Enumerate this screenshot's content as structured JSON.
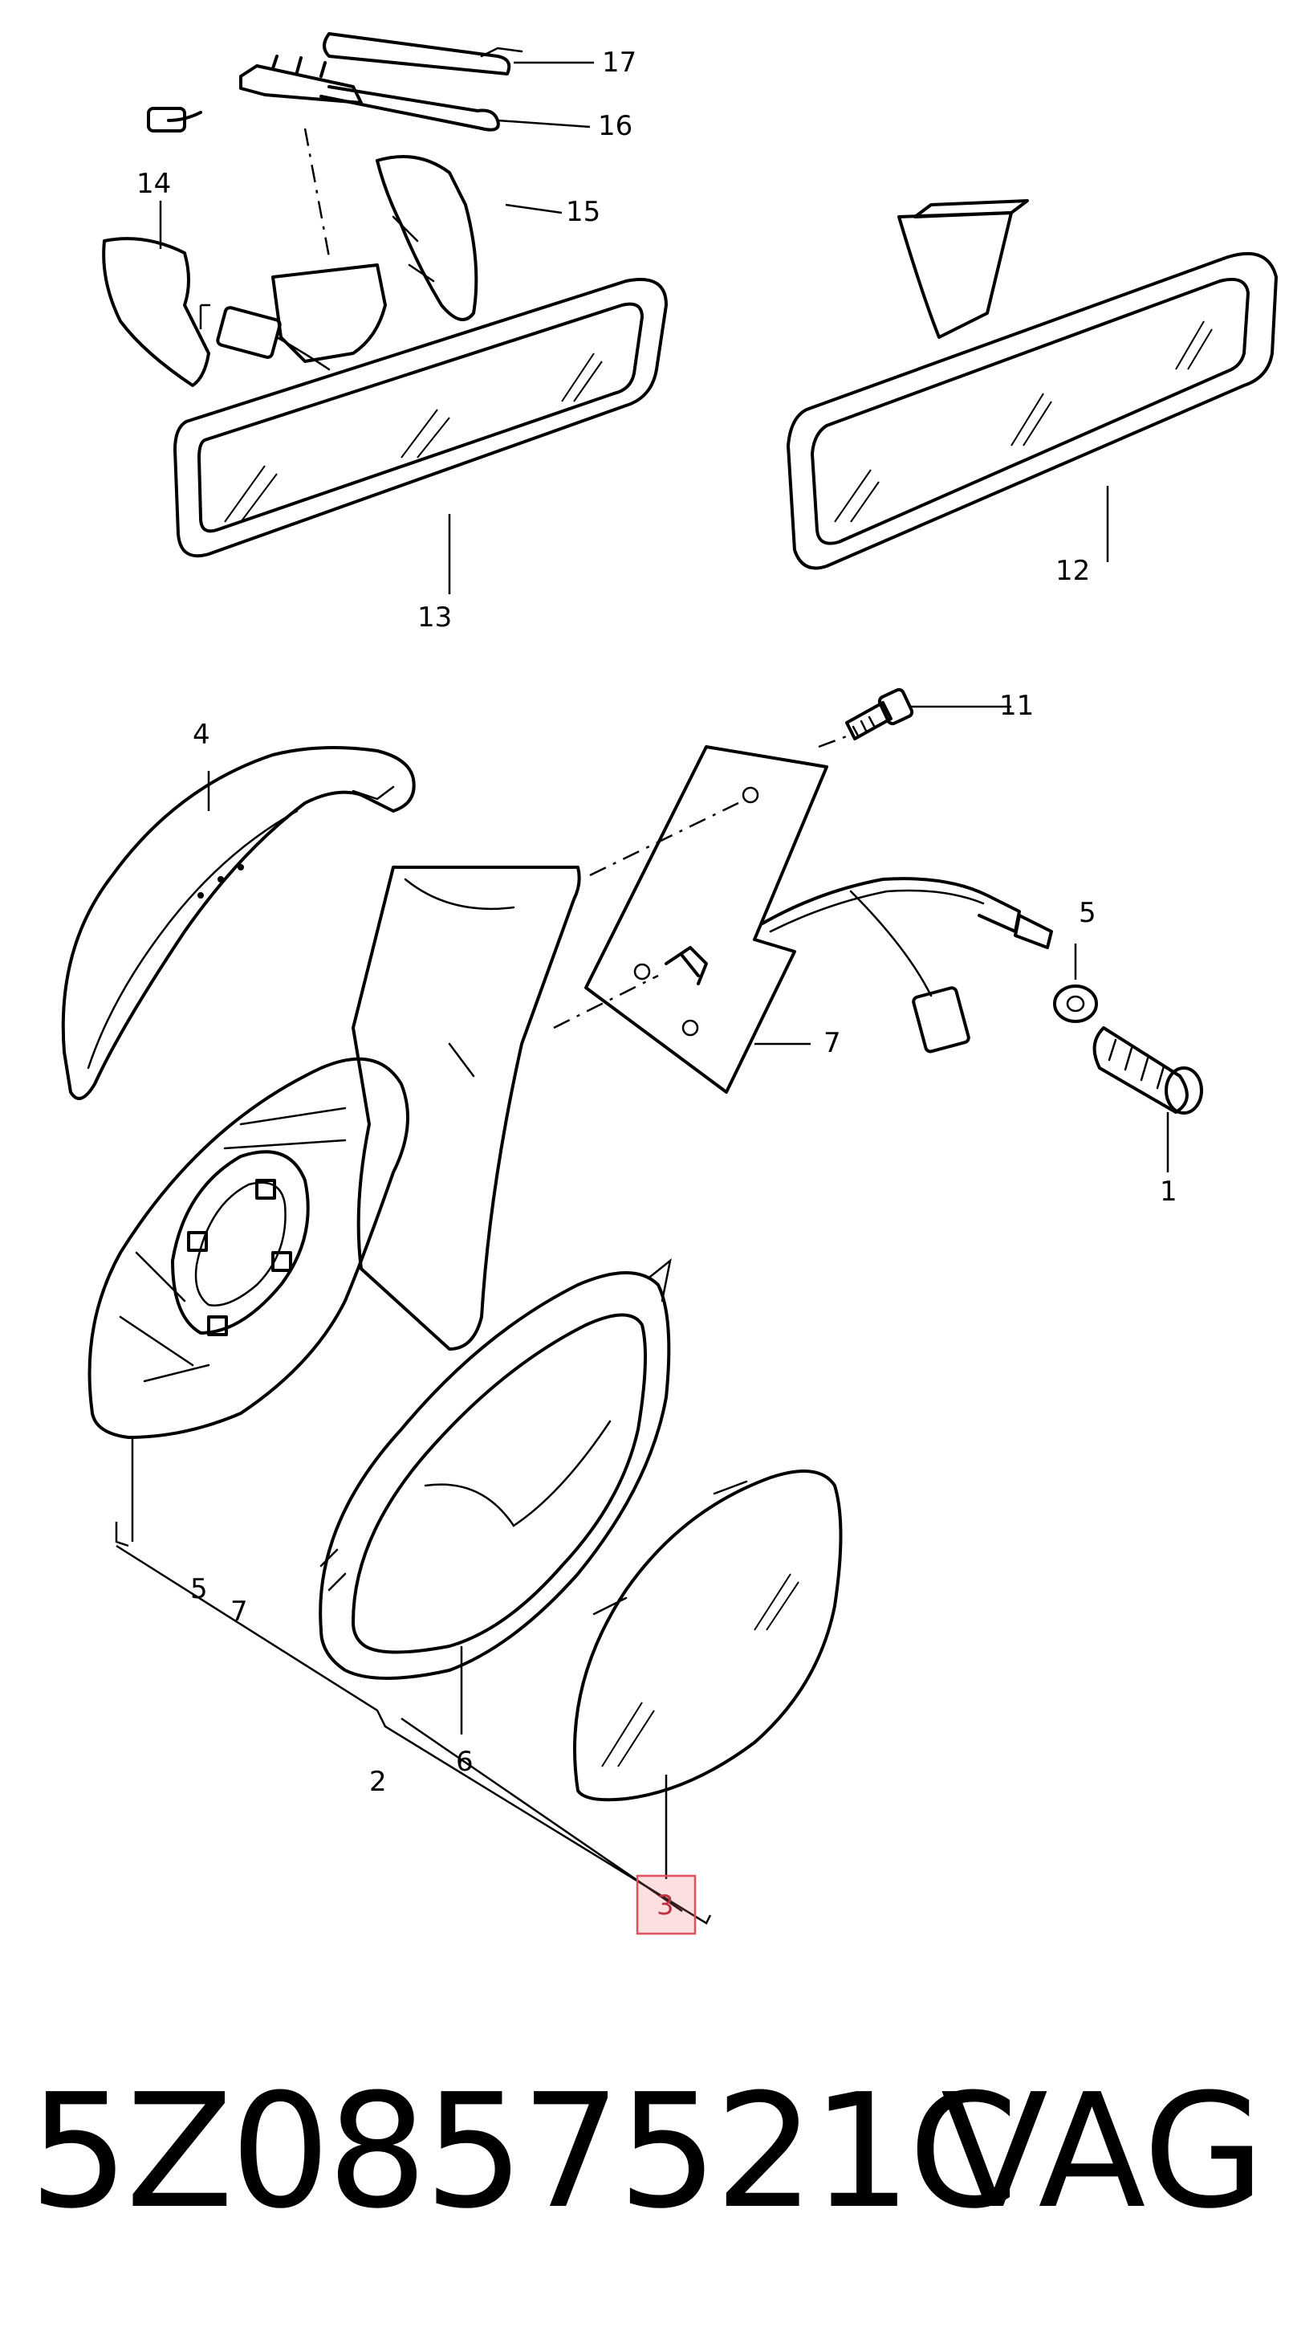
{
  "diagram": {
    "callouts": {
      "c1": "1",
      "c2": "2",
      "c3": "3",
      "c4": "4",
      "c5a": "5",
      "c5b": "5",
      "c6": "6",
      "c7a": "7",
      "c7b": "7",
      "c11": "11",
      "c12": "12",
      "c13": "13",
      "c14": "14",
      "c15": "15",
      "c16": "16",
      "c17": "17"
    },
    "highlighted_callout": "3",
    "highlight_color": "#e0505a"
  },
  "footer": {
    "part_number": "5Z0857521C",
    "brand": "VAG"
  }
}
